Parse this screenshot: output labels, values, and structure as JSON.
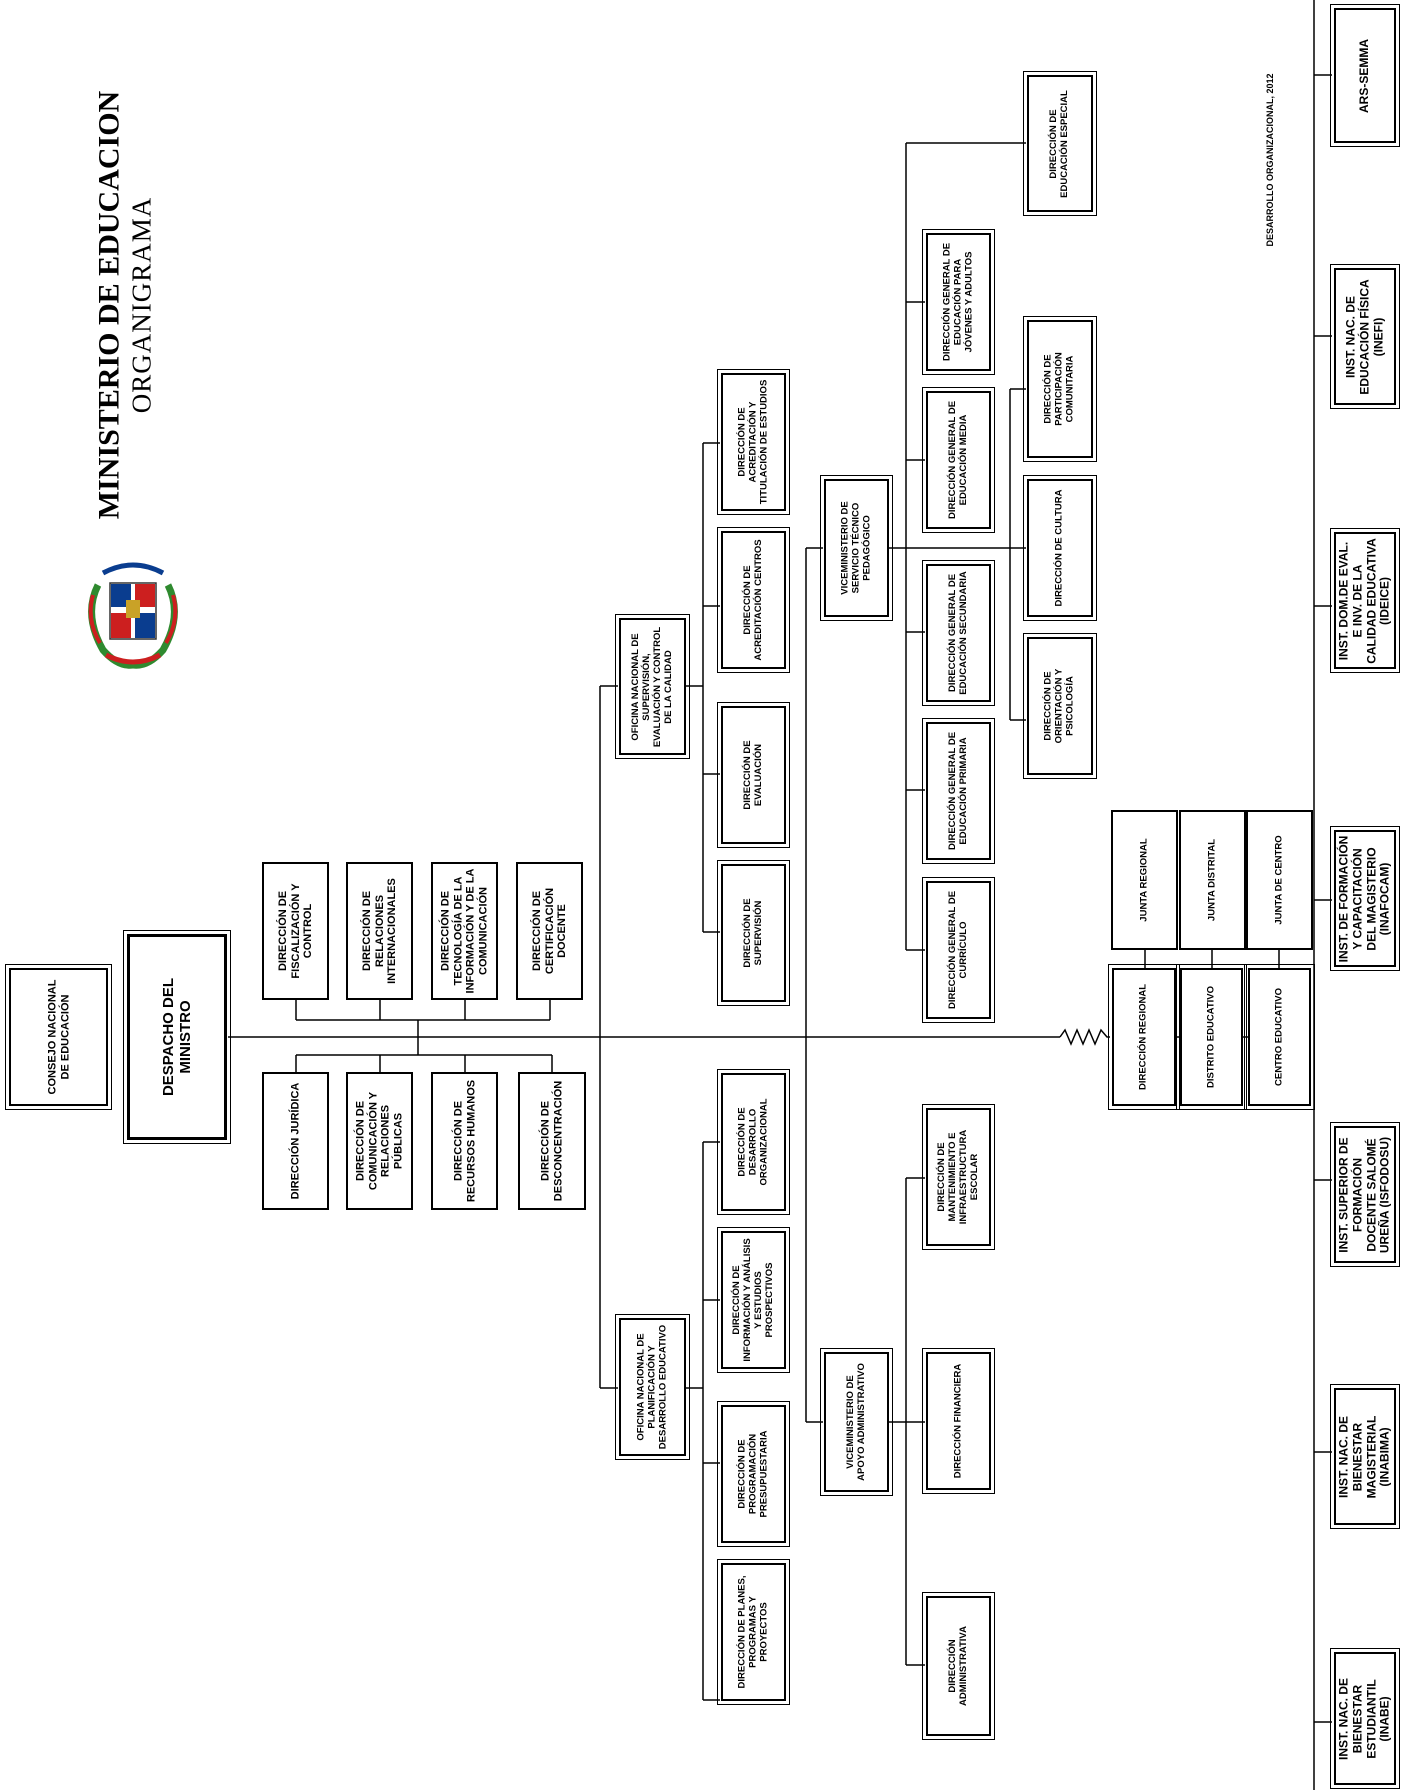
{
  "header": {
    "title": "MINISTERIO DE EDUCACION",
    "subtitle": "ORGANIGRAMA",
    "credit": "DESARROLLO ORGANIZACIONAL, 2012",
    "emblem_icon": "coat-of-arms-icon"
  },
  "nodes": {
    "consejo": "CONSEJO NACIONAL DE EDUCACIÓN",
    "despacho": "DESPACHO DEL MINISTRO",
    "fiscalizacion": "DIRECCIÓN DE FISCALIZACIÓN Y CONTROL",
    "relaciones_int": "DIRECCIÓN DE RELACIONES INTERNACIONALES",
    "tecnologia": "DIRECCIÓN DE TECNOLOGÍA DE LA INFORMACIÓN Y DE LA COMUNICACIÓN",
    "certificacion_docente": "DIRECCIÓN DE CERTIFICACIÓN DOCENTE",
    "juridica": "DIRECCIÓN JURÍDICA",
    "comunicacion": "DIRECCIÓN DE COMUNICACIÓN Y RELACIONES PÚBLICAS",
    "recursos_humanos": "DIRECCIÓN DE RECURSOS HUMANOS",
    "desconcentracion": "DIRECCIÓN DE DESCONCENTRACIÓN",
    "onsecc": "OFICINA NACIONAL DE SUPERVISIÓN, EVALUACIÓN Y CONTROL DE LA CALIDAD",
    "supervision": "DIRECCIÓN DE SUPERVISIÓN",
    "evaluacion": "DIRECCIÓN DE EVALUACIÓN",
    "acreditacion_centros": "DIRECCIÓN DE ACREDITACIÓN CENTROS",
    "acreditacion_titulacion": "DIRECCIÓN DE ACREDITACIÓN Y TITULACIÓN DE ESTUDIOS",
    "onaplan": "OFICINA NACIONAL DE PLANIFICACIÓN Y DESARROLLO EDUCATIVO",
    "desarrollo_org": "DIRECCIÓN DE DESARROLLO ORGANIZACIONAL",
    "informacion_analisis": "DIRECCIÓN DE INFORMACIÓN Y ANÁLISIS Y ESTUDIOS PROSPECTIVOS",
    "programacion_presup": "DIRECCIÓN DE PROGRAMACIÓN PRESUPUESTARIA",
    "planes_programas": "DIRECCIÓN DE PLANES, PROGRAMAS Y PROYECTOS",
    "vice_tecnico": "VICEMINISTERIO DE SERVICIO TÉCNICO PEDAGÓGICO",
    "dg_curriculo": "DIRECCIÓN GENERAL DE CURRÍCULO",
    "dg_primaria": "DIRECCIÓN GENERAL DE EDUCACIÓN PRIMARIA",
    "dg_secundaria": "DIRECCIÓN GENERAL DE EDUCACIÓN SECUNDARIA",
    "dg_media": "DIRECCIÓN GENERAL DE EDUCACIÓN MEDIA",
    "dg_adultos": "DIRECCIÓN GENERAL DE EDUCACIÓN PARA JÓVENES Y ADULTOS",
    "especial": "DIRECCIÓN DE EDUCACIÓN ESPECIAL",
    "orientacion": "DIRECCIÓN DE ORIENTACIÓN Y PSICOLOGÍA",
    "cultura": "DIRECCIÓN DE CULTURA",
    "participacion": "DIRECCIÓN DE PARTICIPACIÓN COMUNITARIA",
    "vice_admin": "VICEMINISTERIO DE APOYO ADMINISTRATIVO",
    "mantenimiento": "DIRECCIÓN DE MANTENIMIENTO E INFRAESTRUCTURA ESCOLAR",
    "financiera": "DIRECCIÓN FINANCIERA",
    "administrativa": "DIRECCIÓN ADMINISTRATIVA",
    "dir_regional": "DIRECCIÓN REGIONAL",
    "distrito": "DISTRITO EDUCATIVO",
    "centro": "CENTRO EDUCATIVO",
    "junta_regional": "JUNTA REGIONAL",
    "junta_distrital": "JUNTA DISTRITAL",
    "junta_centro": "JUNTA DE CENTRO",
    "ars": "ARS-SEMMA",
    "inefi": "INST. NAC. DE EDUCACIÓN FÍSICA (INEFI)",
    "ideice": "INST. DOM.DE EVAL. E INV. DE LA CALIDAD EDUCATIVA (IDEICE)",
    "inafocam": "INST. DE FORMACIÓN Y CAPACITACIÓN DEL MAGISTERIO (INAFOCAM)",
    "isfodosu": "INST. SUPERIOR DE FORMACIÓN DOCENTE SALOMÉ UREÑA (ISFODOSU)",
    "inabima": "INST. NAC. DE BIENESTAR MAGISTERIAL (INABIMA)",
    "inabe": "INST. NAC. DE BIENESTAR ESTUDIANTIL (INABE)"
  }
}
